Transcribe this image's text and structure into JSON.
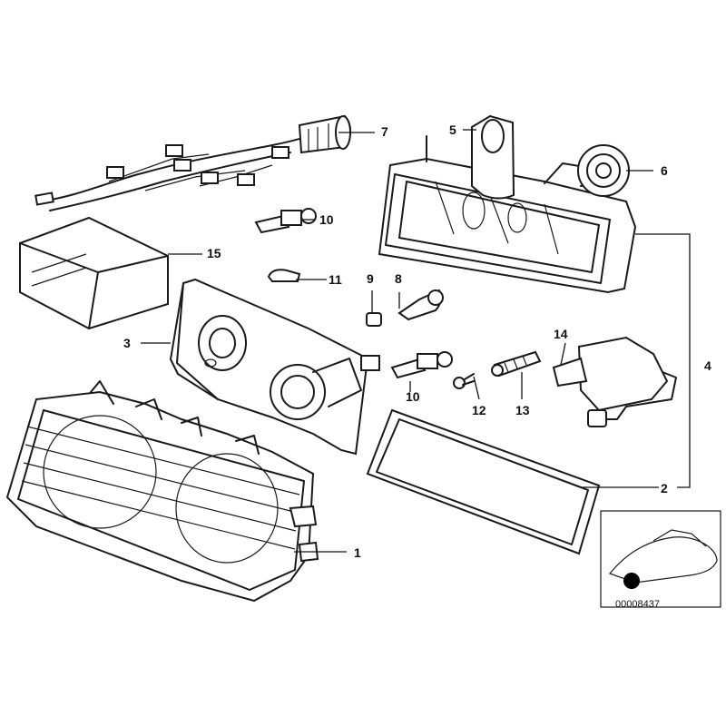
{
  "callouts": [
    {
      "id": "c1",
      "text": "1"
    },
    {
      "id": "c2",
      "text": "2"
    },
    {
      "id": "c3",
      "text": "3"
    },
    {
      "id": "c4",
      "text": "4"
    },
    {
      "id": "c5",
      "text": "5"
    },
    {
      "id": "c6",
      "text": "6"
    },
    {
      "id": "c7",
      "text": "7"
    },
    {
      "id": "c8",
      "text": "8"
    },
    {
      "id": "c9",
      "text": "9"
    },
    {
      "id": "c10a",
      "text": "10"
    },
    {
      "id": "c10b",
      "text": "10"
    },
    {
      "id": "c11",
      "text": "11"
    },
    {
      "id": "c12",
      "text": "12"
    },
    {
      "id": "c13",
      "text": "13"
    },
    {
      "id": "c14",
      "text": "14"
    },
    {
      "id": "c15",
      "text": "15"
    }
  ],
  "inset": {
    "reference_number": "00008437"
  }
}
